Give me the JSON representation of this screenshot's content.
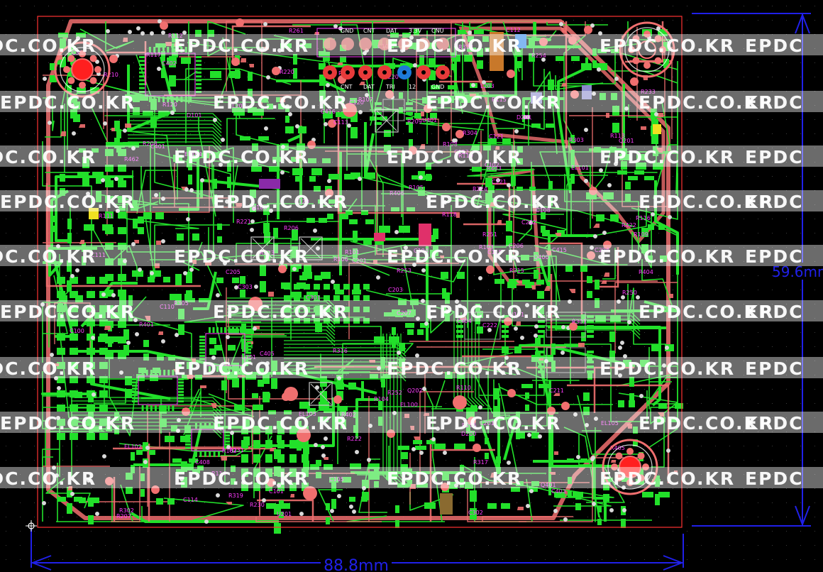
{
  "board": {
    "width_dimension": "88.8mm",
    "height_dimension": "59.6mm",
    "colors": {
      "background": "#000000",
      "top_copper": "#22e02a",
      "bottom_copper": "#f06f6f",
      "silkscreen": "#ff3cff",
      "dimension": "#2020e8",
      "outline": "#ff3333",
      "grid": "#3c3c3c"
    }
  },
  "watermark": {
    "text_a": "EPDC.CO.KR",
    "text_b": "EPDC"
  },
  "connector": {
    "top_labels": [
      "GND",
      "CNT",
      "DAT",
      "3.3V",
      "CNU"
    ],
    "bottom_labels": [
      "CNT",
      "DAT",
      "TRI",
      "12",
      "GND"
    ]
  },
  "designators": [
    "R254",
    "Q201",
    "L203",
    "C201",
    "C202",
    "C203",
    "C204",
    "C205",
    "C206",
    "C207",
    "Q202",
    "C211",
    "R205",
    "R206",
    "R207",
    "R208",
    "R209",
    "R210",
    "L201",
    "L202",
    "C401",
    "C402",
    "C403",
    "C404",
    "C405",
    "R401",
    "R402",
    "R403",
    "R404",
    "Q400",
    "Q401",
    "C301",
    "C302",
    "C303",
    "C304",
    "R301",
    "R302",
    "R303",
    "R304",
    "R305",
    "C101",
    "C102",
    "C103",
    "C104",
    "C105",
    "C111",
    "C112",
    "C113",
    "C114",
    "C115",
    "R101",
    "R102",
    "R103",
    "R104",
    "R105",
    "R106",
    "R107",
    "R108",
    "R109",
    "R110",
    "EL100",
    "EL101",
    "EL102",
    "EL103",
    "EL104",
    "EL105",
    "U101",
    "U201",
    "U301",
    "U401",
    "D100",
    "D101",
    "D200",
    "D201",
    "R422",
    "C408",
    "R406",
    "R405",
    "R462",
    "R261",
    "R315",
    "R316",
    "R317",
    "R318",
    "R319",
    "C415",
    "C416",
    "R250",
    "R251",
    "R252",
    "R253",
    "C100",
    "C108",
    "C110",
    "R111",
    "R112",
    "R113",
    "R114",
    "R115",
    "R116",
    "R117",
    "R118",
    "R119",
    "R120",
    "C120",
    "C121",
    "C122",
    "C123",
    "R220",
    "R221",
    "R222",
    "R223",
    "R224",
    "C220",
    "C221",
    "C222",
    "R230",
    "R231",
    "R232",
    "R233"
  ]
}
